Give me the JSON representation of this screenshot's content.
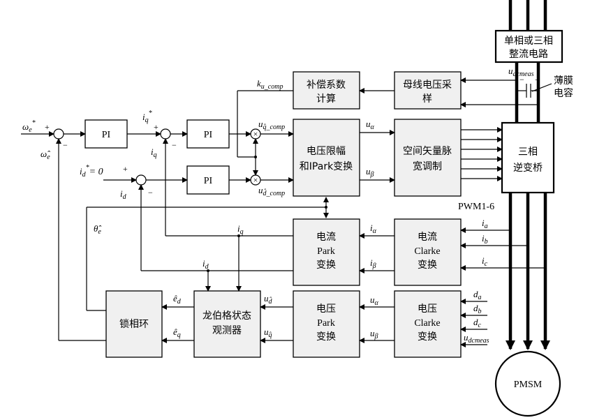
{
  "blocks": {
    "pi_speed": "PI",
    "pi_iq": "PI",
    "pi_id": "PI",
    "comp_coef_1": "补偿系数",
    "comp_coef_2": "计算",
    "bus_sample_1": "母线电压采",
    "bus_sample_2": "样",
    "vlimit_1": "电压限幅",
    "vlimit_2": "和IPark变换",
    "svpwm_1": "空间矢量脉",
    "svpwm_2": "宽调制",
    "rectifier_1": "单相或三相",
    "rectifier_2": "整流电路",
    "inverter_1": "三相",
    "inverter_2": "逆变桥",
    "cur_park_1": "电流",
    "cur_park_2": "Park",
    "cur_park_3": "变换",
    "cur_clarke_1": "电流",
    "cur_clarke_2": "Clarke",
    "cur_clarke_3": "变换",
    "volt_park_1": "电压",
    "volt_park_2": "Park",
    "volt_park_3": "变换",
    "volt_clarke_1": "电压",
    "volt_clarke_2": "Clarke",
    "volt_clarke_3": "变换",
    "pll": "锁相环",
    "observer_1": "龙伯格状态",
    "observer_2": "观测器",
    "motor": "PMSM"
  },
  "labels": {
    "omega_ref": "ω",
    "omega_ref_sub": "e",
    "omega_ref_sup": "*",
    "omega_hat": "ω̂",
    "omega_hat_sub": "e",
    "iq_ref": "i",
    "iq_ref_sub": "q",
    "iq_ref_sup": "*",
    "iq_fb": "i",
    "iq_fb_sub": "q",
    "id_ref": "i",
    "id_ref_sub": "d",
    "id_ref_sup": "*",
    "id_ref_eq": "= 0",
    "id_fb": "i",
    "id_fb_sub": "d",
    "theta_hat": "θ̂",
    "theta_hat_sub": "e",
    "k_comp": "k",
    "k_comp_sub": "u_comp",
    "uq_comp": "u",
    "uq_comp_sub": "q̂_comp",
    "ud_comp": "u",
    "ud_comp_sub": "d̂_comp",
    "u_alpha_out": "u",
    "u_alpha_out_sub": "α",
    "u_beta_out": "u",
    "u_beta_out_sub": "β",
    "u_dcmeas_top": "u",
    "u_dcmeas_top_sub": "dcmeas",
    "film_cap_1": "薄膜",
    "film_cap_2": "电容",
    "pwm": "PWM1-6",
    "i_alpha": "i",
    "i_alpha_sub": "α",
    "i_beta": "i",
    "i_beta_sub": "β",
    "iq_park": "i",
    "iq_park_sub": "q",
    "id_park": "i",
    "id_park_sub": "d",
    "ia": "i",
    "ia_sub": "a",
    "ib": "i",
    "ib_sub": "b",
    "ic": "i",
    "ic_sub": "c",
    "u_alpha_in": "u",
    "u_alpha_in_sub": "α",
    "u_beta_in": "u",
    "u_beta_in_sub": "β",
    "ud_obs": "u",
    "ud_obs_sub": "d̂",
    "uq_obs": "u",
    "uq_obs_sub": "q̂",
    "ed_hat": "ê",
    "ed_hat_sub": "d",
    "eq_hat": "ê",
    "eq_hat_sub": "q",
    "da": "d",
    "da_sub": "a",
    "db": "d",
    "db_sub": "b",
    "dc": "d",
    "dc_sub": "c",
    "u_dcmeas_in": "u",
    "u_dcmeas_in_sub": "dcmeas"
  },
  "signs": {
    "plus": "+",
    "minus": "−",
    "mult": "×"
  }
}
